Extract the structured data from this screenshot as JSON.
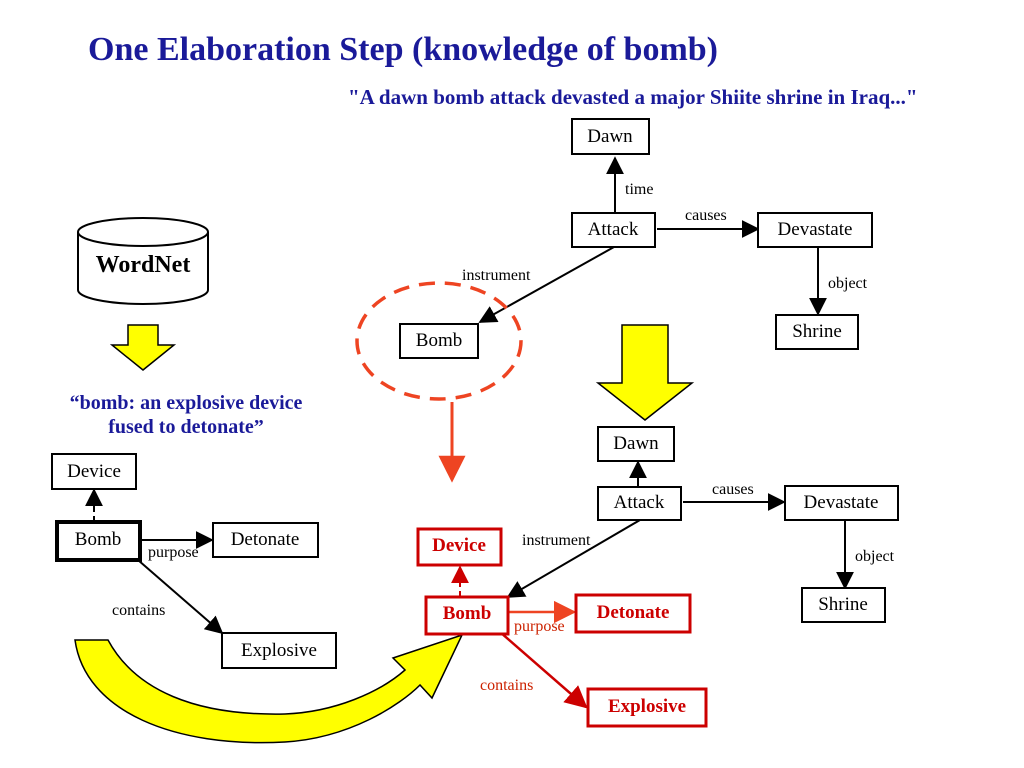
{
  "title": "One Elaboration Step (knowledge of bomb)",
  "sentence": "\"A dawn bomb attack devasted a major Shiite shrine in Iraq...\"",
  "wordnet": {
    "label": "WordNet"
  },
  "definition": {
    "line1": "“bomb: an explosive device",
    "line2": "fused to detonate”"
  },
  "top_graph": {
    "nodes": {
      "dawn": "Dawn",
      "attack": "Attack",
      "devastate": "Devastate",
      "shrine": "Shrine",
      "bomb": "Bomb"
    },
    "edges": {
      "time": "time",
      "causes": "causes",
      "object": "object",
      "instrument": "instrument"
    }
  },
  "bomb_graph": {
    "nodes": {
      "device": "Device",
      "bomb": "Bomb",
      "detonate": "Detonate",
      "explosive": "Explosive"
    },
    "edges": {
      "purpose": "purpose",
      "contains": "contains"
    }
  },
  "result_graph": {
    "nodes": {
      "dawn": "Dawn",
      "attack": "Attack",
      "devastate": "Devastate",
      "shrine": "Shrine",
      "device": "Device",
      "bomb": "Bomb",
      "detonate": "Detonate",
      "explosive": "Explosive"
    },
    "edges": {
      "causes": "causes",
      "object": "object",
      "instrument": "instrument",
      "purpose": "purpose",
      "contains": "contains"
    }
  },
  "colors": {
    "title": "#1a1a99",
    "highlight": "#cc0000",
    "arrow_fill": "#ffff00",
    "dashed_circle": "#ee4422"
  },
  "icons": {
    "database": "cylinder-icon",
    "down_arrow": "block-down-arrow-icon",
    "curved_arrow": "curved-up-arrow-icon"
  }
}
